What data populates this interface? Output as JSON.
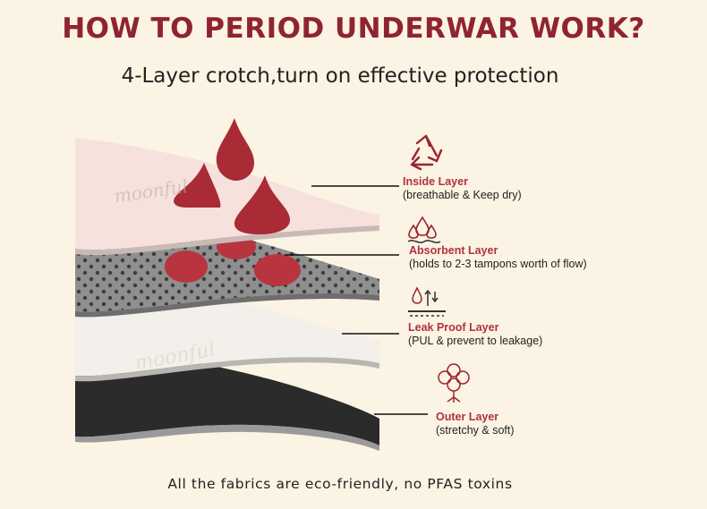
{
  "title": "HOW TO PERIOD UNDERWAR WORK?",
  "subtitle": "4-Layer crotch,turn on effective protection",
  "footer": "All the fabrics are eco-friendly, no PFAS toxins",
  "watermark": "moonful",
  "colors": {
    "accent": "#9b2430",
    "background": "#fbf3e3",
    "inside_layer": "#f6e1dc",
    "absorbent_layer": "#8f8f8f",
    "leak_proof_layer": "#f3efea",
    "outer_layer": "#2b2b2b"
  },
  "layers": [
    {
      "name": "Inside Layer",
      "desc": "(breathable & Keep dry)",
      "icon": "recycle-icon"
    },
    {
      "name": "Absorbent Layer",
      "desc": "(holds to 2-3 tampons worth of flow)",
      "icon": "absorb-drops-icon"
    },
    {
      "name": "Leak Proof Layer",
      "desc": "(PUL & prevent to leakage)",
      "icon": "leakproof-icon"
    },
    {
      "name": "Outer Layer",
      "desc": "(stretchy & soft)",
      "icon": "cotton-icon"
    }
  ]
}
